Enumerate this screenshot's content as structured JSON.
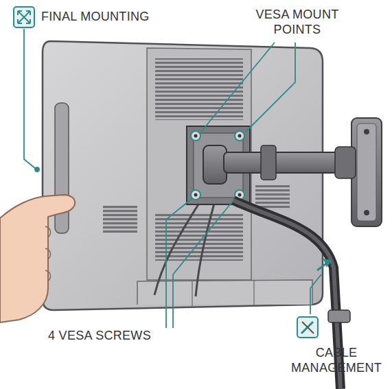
{
  "diagram": {
    "labels": [
      "FINAL MOUNTING",
      "VESA MOUNT POINTS",
      "4 VESA SCREWS",
      "CABLE MANAGEMENT"
    ]
  }
}
